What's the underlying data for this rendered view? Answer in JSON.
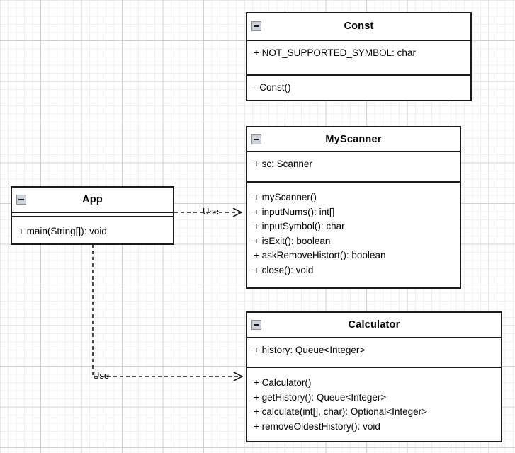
{
  "diagram": {
    "title": "UML Class Diagram",
    "background": "#ffffff",
    "grid_color": "#d0d0d0",
    "line_color": "#1a1a1a",
    "collapse_icon": "minus-square-icon"
  },
  "classes": [
    {
      "id": "const",
      "name": "Const",
      "attributes": [
        "+ NOT_SUPPORTED_SYMBOL: char"
      ],
      "methods": [
        "- Const()"
      ]
    },
    {
      "id": "myscanner",
      "name": "MyScanner",
      "attributes": [
        "+ sc: Scanner"
      ],
      "methods": [
        "+ myScanner()",
        "+ inputNums(): int[]",
        "+ inputSymbol(): char",
        "+ isExit(): boolean",
        "+ askRemoveHistort(): boolean",
        "+ close(): void"
      ]
    },
    {
      "id": "app",
      "name": "App",
      "attributes": [],
      "methods": [
        "+ main(String[]): void"
      ]
    },
    {
      "id": "calculator",
      "name": "Calculator",
      "attributes": [
        "+ history: Queue<Integer>"
      ],
      "methods": [
        "+ Calculator()",
        "+ getHistory(): Queue<Integer>",
        "+ calculate(int[], char): Optional<Integer>",
        "+ removeOldestHistory(): void"
      ]
    }
  ],
  "relationships": [
    {
      "id": "app-uses-myscanner",
      "label": "Use",
      "from": "app",
      "to": "myscanner",
      "style": "dashed",
      "arrow": "open"
    },
    {
      "id": "app-uses-calculator",
      "label": "Use",
      "from": "app",
      "to": "calculator",
      "style": "dashed",
      "arrow": "open"
    }
  ]
}
